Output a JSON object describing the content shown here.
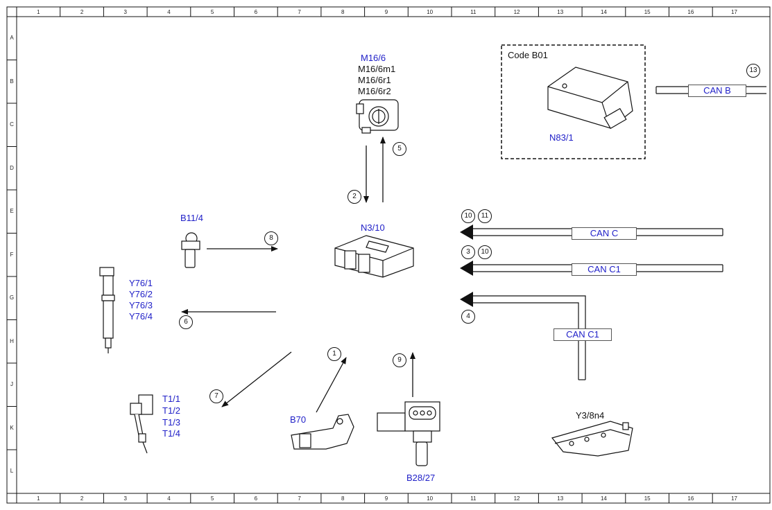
{
  "ruler": {
    "columns": [
      "1",
      "2",
      "3",
      "4",
      "5",
      "6",
      "7",
      "8",
      "9",
      "10",
      "11",
      "12",
      "13",
      "14",
      "15",
      "16",
      "17"
    ],
    "rows": [
      "A",
      "B",
      "C",
      "D",
      "E",
      "F",
      "G",
      "H",
      "J",
      "K",
      "L"
    ]
  },
  "components": {
    "m16_6": "M16/6",
    "m16_6m1": "M16/6m1",
    "m16_6r1": "M16/6r1",
    "m16_6r2": "M16/6r2",
    "code_b01": "Code B01",
    "n83_1": "N83/1",
    "b11_4": "B11/4",
    "n3_10": "N3/10",
    "y76": [
      "Y76/1",
      "Y76/2",
      "Y76/3",
      "Y76/4"
    ],
    "t1": [
      "T1/1",
      "T1/2",
      "T1/3",
      "T1/4"
    ],
    "b70": "B70",
    "b28_27": "B28/27",
    "y3_8n4": "Y3/8n4"
  },
  "buses": {
    "can_b": "CAN B",
    "can_c": "CAN C",
    "can_c1_top": "CAN C1",
    "can_c1_bottom": "CAN C1"
  },
  "signals": {
    "s1": "1",
    "s2": "2",
    "s3": "3",
    "s4": "4",
    "s5": "5",
    "s6": "6",
    "s7": "7",
    "s8": "8",
    "s9": "9",
    "s10a": "10",
    "s10b": "10",
    "s11": "11",
    "s13": "13"
  },
  "colors": {
    "component_label": "#2020c8",
    "line": "#111111"
  }
}
